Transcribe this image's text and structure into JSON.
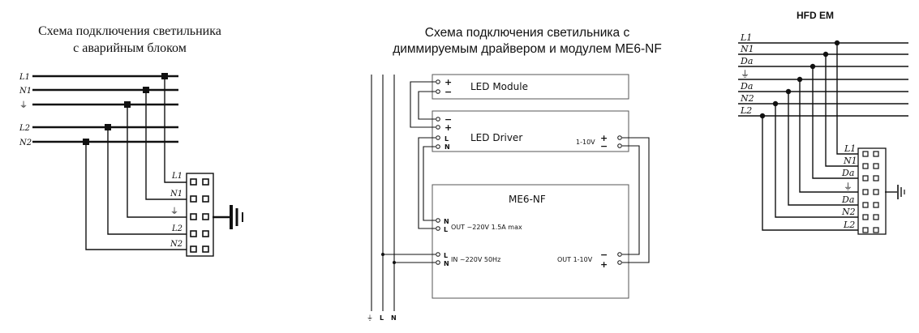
{
  "diagram1": {
    "title_line1": "Схема подключения светильника",
    "title_line2": "с аварийным блоком",
    "bus_labels": [
      "L1",
      "N1",
      "⏚",
      "L2",
      "N2"
    ],
    "terminal_labels": [
      "L1",
      "N1",
      "⏚",
      "L2",
      "N2"
    ]
  },
  "diagram2": {
    "title_line1": "Схема подключения светильника с",
    "title_line2": "диммируемым драйвером и модулем ME6-NF",
    "led_module_label": "LED Module",
    "led_driver_label": "LED Driver",
    "me6_label": "ME6-NF",
    "dim_label": "1-10V",
    "out_label": "OUT ~220V 1.5A max",
    "in_label": "IN ~220V 50Hz",
    "out_dim_label": "OUT 1-10V",
    "plus": "+",
    "minus": "−",
    "L": "L",
    "N": "N",
    "ground_label": "⏚",
    "bottom_L": "L",
    "bottom_N": "N"
  },
  "diagram3": {
    "title": "HFD EM",
    "bus_labels": [
      "L1",
      "N1",
      "Da",
      "⏚",
      "Da",
      "N2",
      "L2"
    ],
    "terminal_labels": [
      "L1",
      "N1",
      "Da",
      "⏚",
      "Da",
      "N2",
      "L2"
    ]
  }
}
